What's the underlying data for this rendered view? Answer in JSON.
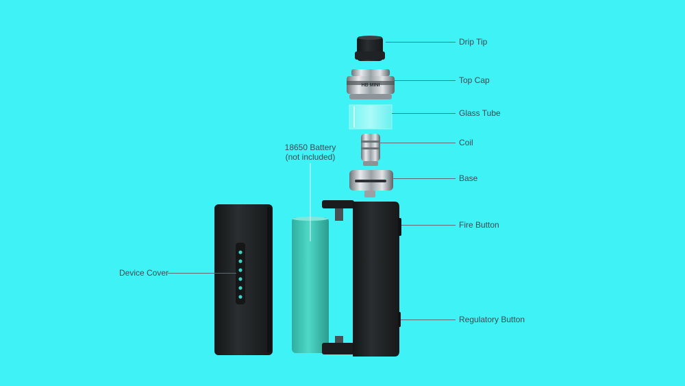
{
  "background_color": "#3ff2f5",
  "parts": {
    "drip_tip": "Drip Tip",
    "top_cap": "Top Cap",
    "glass_tube": "Glass Tube",
    "coil": "Coil",
    "base": "Base",
    "fire_button": "Fire Button",
    "regulatory_button": "Regulatory Button",
    "device_cover": "Device Cover",
    "battery_line1": "18650 Battery",
    "battery_line2": "(not included)"
  },
  "tank_marking": "HB MINI",
  "colors": {
    "device_body": "#1f2224",
    "battery": "#3cc9b7",
    "steel": "#b9bec2",
    "label_text": "#3b4a52",
    "cover_dots": "#3ed1c6"
  }
}
